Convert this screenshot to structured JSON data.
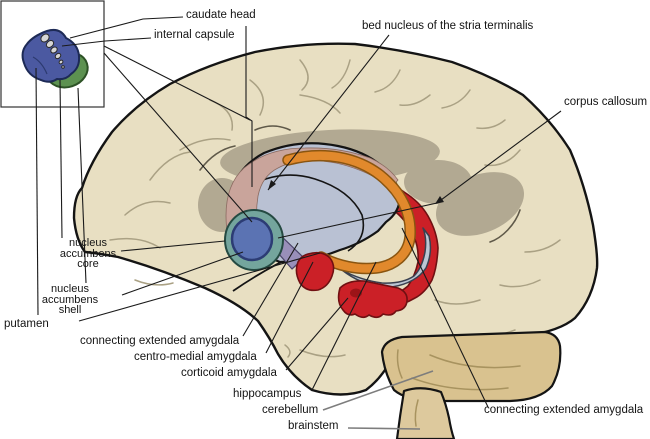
{
  "figure": {
    "description": "Sagittal human brain diagram with coronal inset showing the extended amygdala and related basal forebrain structures",
    "labels": {
      "caudate_head": "caudate head",
      "internal_capsule": "internal capsule",
      "bnst": "bed nucleus of the stria terminalis",
      "corpus_callosum": "corpus callosum",
      "nac_core": "nucleus accumbens core",
      "nac_shell": "nucleus accumbens shell",
      "putamen": "putamen",
      "cea_left": "connecting extended amygdala",
      "centro_medial": "centro-medial amygdala",
      "corticoid": "corticoid amygdala",
      "hippocampus": "hippocampus",
      "cerebellum": "cerebellum",
      "brainstem": "brainstem",
      "cea_right": "connecting extended amygdala"
    },
    "structure_colors": {
      "cerebrum": "#e8dfc2",
      "cerebellum": "#d9c28f",
      "brainstem": "#ddc99d",
      "corpus_callosum_shadow": "#b2a992",
      "striatum": "#b9c1d3",
      "bnst_band": "#c9a49b",
      "stria_terminalis": "#e1892c",
      "amygdala_red": "#cb2027",
      "hippocampus_crescent": "#bcc6d3",
      "connecting_extended_amygdala": "#998fb9",
      "nac_core": "#5b73b3",
      "nac_shell": "#74a59d",
      "inset_striatum_blue": "#4b59a1",
      "inset_shell_green": "#5c9150",
      "outline": "#141414"
    }
  }
}
